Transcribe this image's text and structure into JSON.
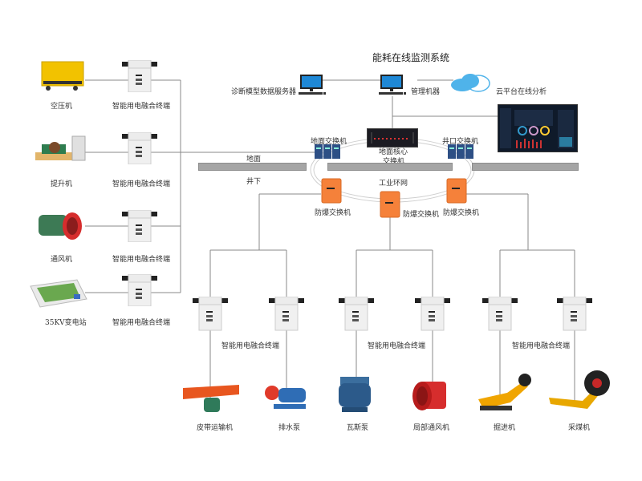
{
  "title": "能耗在线监测系统",
  "top": {
    "server_label": "诊断模型数据服务器",
    "manager_label": "管理机器",
    "cloud_label": "云平台在线分析",
    "ground_switch_label": "地面交换机",
    "core_switch_label_line1": "地面核心",
    "core_switch_label_line2": "交换机",
    "shaft_switch_label": "井口交换机",
    "surface_label": "地面",
    "underground_label": "井下",
    "ring_label": "工业环网"
  },
  "explosion_proof_switches": [
    {
      "label": "防爆交换机"
    },
    {
      "label": "防爆交换机"
    },
    {
      "label": "防爆交换机"
    }
  ],
  "left_devices": [
    {
      "device": "空压机",
      "terminal": "智能用电融合终端",
      "color": "#f2c200"
    },
    {
      "device": "提升机",
      "terminal": "智能用电融合终端",
      "color": "#2e7d4f"
    },
    {
      "device": "通风机",
      "terminal": "智能用电融合终端",
      "color": "#3d7a55"
    },
    {
      "device": "35KV变电站",
      "terminal": "智能用电融合终端",
      "color": "#6aa84f"
    }
  ],
  "bottom_groups": [
    {
      "terminal_label": "智能用电融合终端",
      "devices": [
        {
          "label": "皮带运输机",
          "color": "#e8561f"
        },
        {
          "label": "排水泵",
          "color": "#2f6db5"
        }
      ]
    },
    {
      "terminal_label": "智能用电融合终端",
      "devices": [
        {
          "label": "瓦斯泵",
          "color": "#2c5a8a"
        },
        {
          "label": "局部通风机",
          "color": "#d62d2d"
        }
      ]
    },
    {
      "terminal_label": "智能用电融合终端",
      "devices": [
        {
          "label": "掘进机",
          "color": "#f0a500"
        },
        {
          "label": "采煤机",
          "color": "#e8a700"
        }
      ]
    }
  ],
  "colors": {
    "switch_orange": "#f5813a",
    "cloud_blue": "#4fb3ea",
    "monitor_blue": "#1e88d6",
    "dashboard_bg": "#0f1a2a",
    "line_gray": "#888888"
  }
}
